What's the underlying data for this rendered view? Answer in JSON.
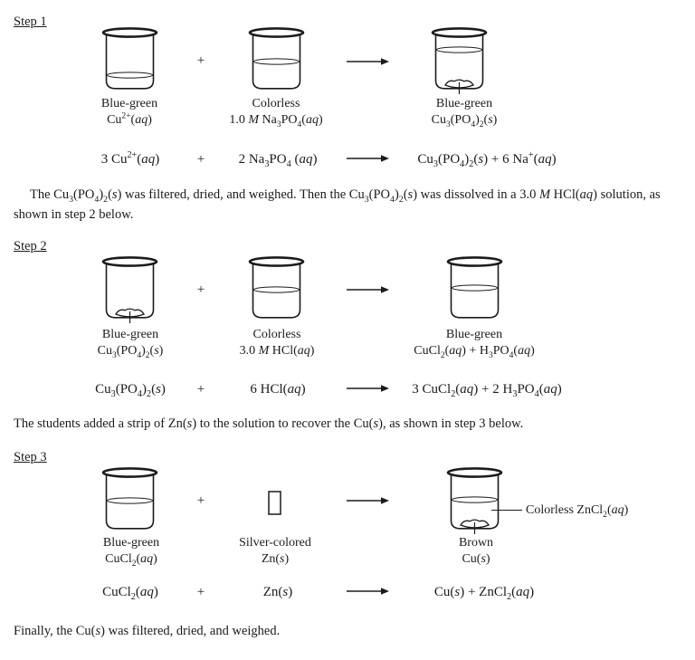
{
  "colors": {
    "ink": "#1b1b1b",
    "paper": "#ffffff"
  },
  "symbols": {
    "plus": "+"
  },
  "step1": {
    "heading": "Step 1",
    "beaker1": {
      "color": "Blue-green",
      "formula": "Cu^2+^(~aq~)"
    },
    "beaker2": {
      "color": "Colorless",
      "formula": "1.0 ~M~ Na_3_PO_4_(~aq~)"
    },
    "beaker3": {
      "color": "Blue-green",
      "formula": "Cu_3_(PO_4_)_2_(~s~)"
    },
    "equation": {
      "lhs1": "3 Cu^2+^(~aq~)",
      "lhs2": "2 Na_3_PO_4_ (~aq~)",
      "rhs": "Cu_3_(PO_4_)_2_(~s~) + 6 Na^+^(~aq~)"
    }
  },
  "paragraph_after_step1": "The Cu_3_(PO_4_)_2_(~s~) was filtered, dried, and weighed. Then the Cu_3_(PO_4_)_2_(~s~) was dissolved in a 3.0 ~M~ HCl(~aq~) solution, as shown in step 2 below.",
  "step2": {
    "heading": "Step 2",
    "beaker1": {
      "color": "Blue-green",
      "formula": "Cu_3_(PO_4_)_2_(~s~)"
    },
    "beaker2": {
      "color": "Colorless",
      "formula": "3.0 ~M~ HCl(~aq~)"
    },
    "beaker3": {
      "color": "Blue-green",
      "formula": "CuCl_2_(~aq~) + H_3_PO_4_(~aq~)"
    },
    "equation": {
      "lhs1": "Cu_3_(PO_4_)_2_(~s~)",
      "lhs2": "6 HCl(~aq~)",
      "rhs": "3 CuCl_2_(~aq~) + 2 H_3_PO_4_(~aq~)"
    }
  },
  "paragraph_after_step2": "The students added a strip of Zn(~s~) to the solution to recover the Cu(~s~), as shown in step 3 below.",
  "step3": {
    "heading": "Step 3",
    "beaker1": {
      "color": "Blue-green",
      "formula": "CuCl_2_(~aq~)"
    },
    "zinc_strip": {
      "color": "Silver-colored",
      "formula": "Zn(~s~)"
    },
    "beaker3": {
      "color": "Brown",
      "formula": "Cu(~s~)"
    },
    "callout": "Colorless ZnCl_2_(~aq~)",
    "equation": {
      "lhs1": "CuCl_2_(~aq~)",
      "lhs2": "Zn(~s~)",
      "rhs": "Cu(~s~) + ZnCl_2_(~aq~)"
    }
  },
  "paragraph_after_step3": "Finally, the Cu(~s~) was filtered, dried, and weighed."
}
